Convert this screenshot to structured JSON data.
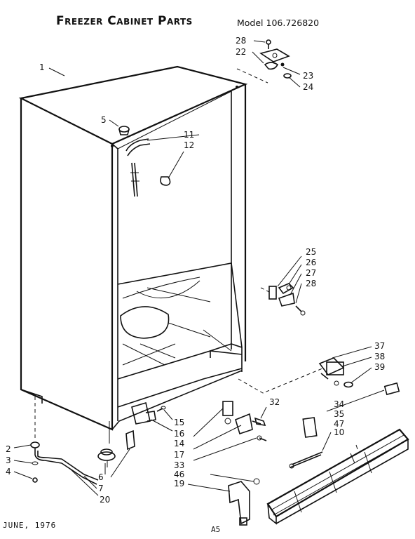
{
  "header": {
    "title": "Freezer Cabinet Parts",
    "model": "Model 106.726820"
  },
  "footer": {
    "date": "JUNE, 1976",
    "page": "A5"
  },
  "callouts": [
    "1",
    "2",
    "3",
    "4",
    "5",
    "6",
    "7",
    "10",
    "11",
    "12",
    "14",
    "15",
    "16",
    "17",
    "19",
    "20",
    "22",
    "23",
    "24",
    "25",
    "26",
    "27",
    "28",
    "28",
    "32",
    "33",
    "34",
    "35",
    "37",
    "38",
    "39",
    "46",
    "47"
  ]
}
